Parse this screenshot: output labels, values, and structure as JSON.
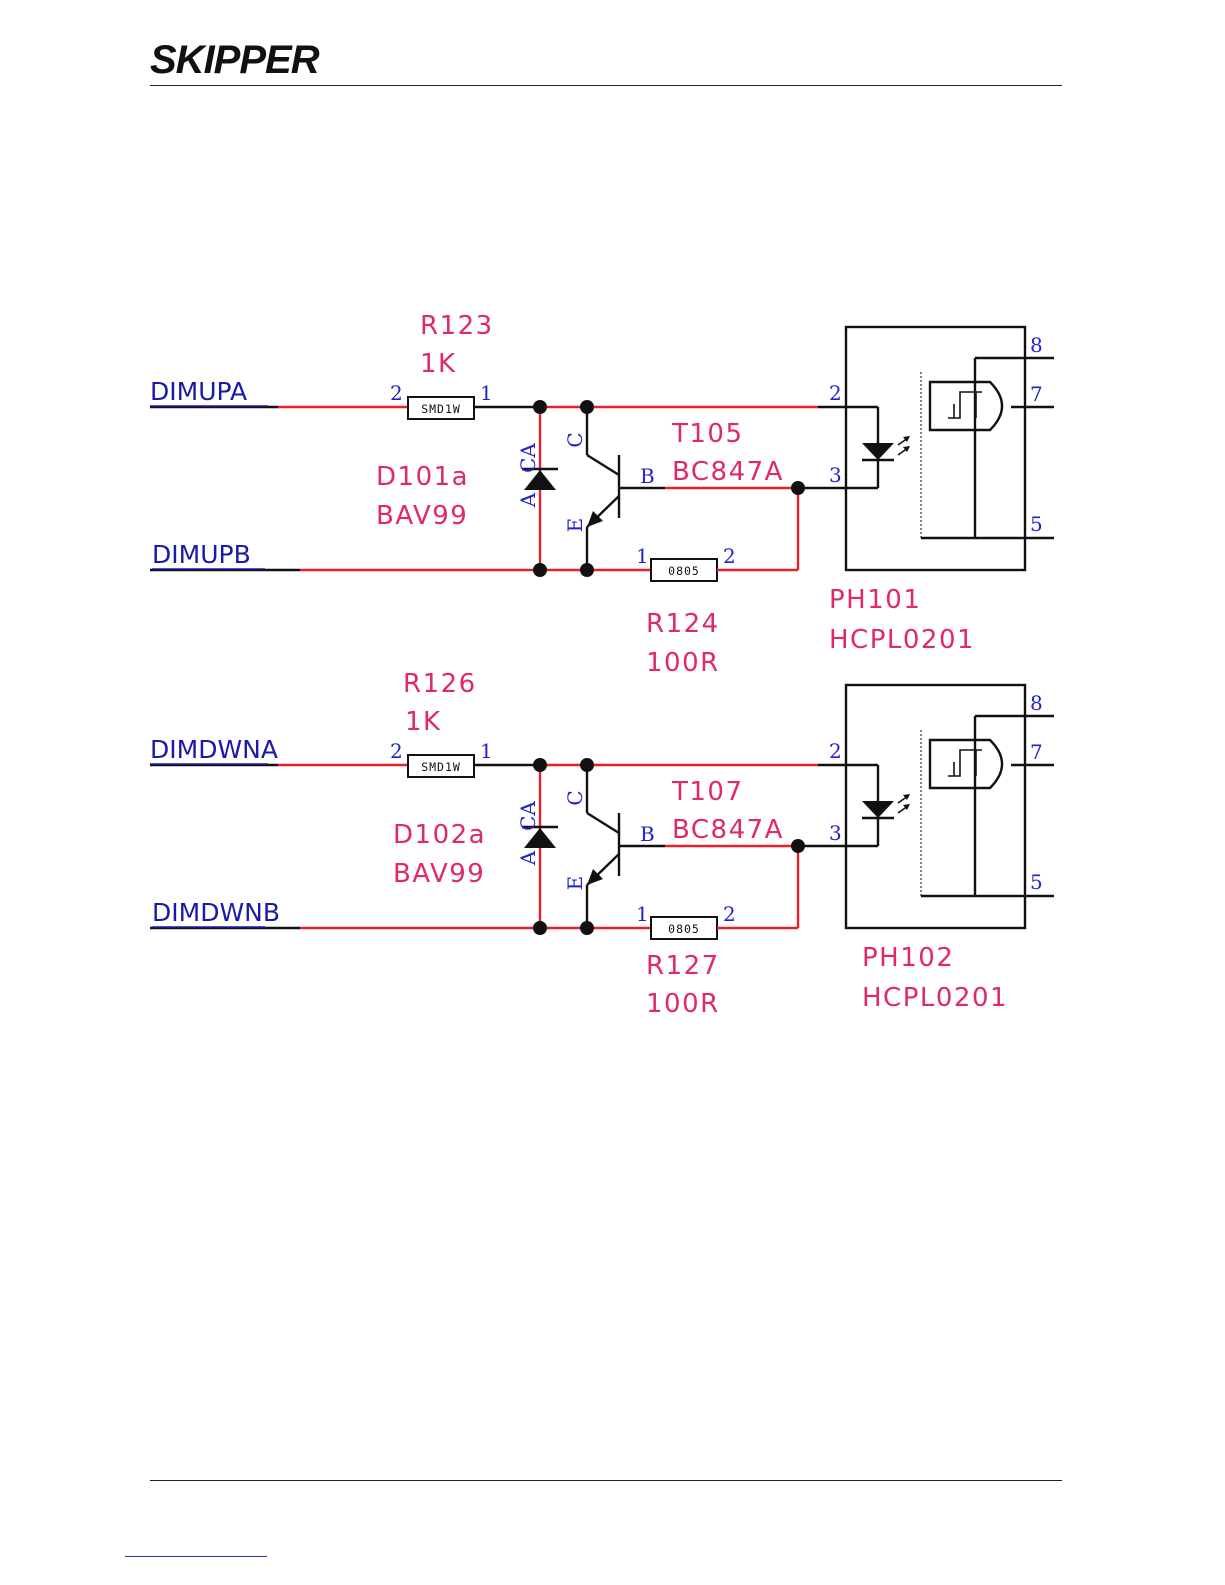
{
  "header": {
    "logo_text": "SKIPPER"
  },
  "circuits": [
    {
      "input_a": "DIMUPA",
      "input_b": "DIMUPB",
      "resistor_in": {
        "ref": "R123",
        "value": "1K",
        "package": "SMD1W",
        "pin_left": "2",
        "pin_right": "1"
      },
      "diode": {
        "ref": "D101a",
        "value": "BAV99",
        "pin_a": "A",
        "pin_ca": "CA"
      },
      "transistor": {
        "ref": "T105",
        "value": "BC847A",
        "pin_c": "C",
        "pin_b": "B",
        "pin_e": "E"
      },
      "resistor_base": {
        "ref": "R124",
        "value": "100R",
        "package": "0805",
        "pin_left": "1",
        "pin_right": "2"
      },
      "optocoupler": {
        "ref": "PH101",
        "value": "HCPL0201",
        "pins": [
          "2",
          "3",
          "8",
          "7",
          "5"
        ]
      }
    },
    {
      "input_a": "DIMDWNA",
      "input_b": "DIMDWNB",
      "resistor_in": {
        "ref": "R126",
        "value": "1K",
        "package": "SMD1W",
        "pin_left": "2",
        "pin_right": "1"
      },
      "diode": {
        "ref": "D102a",
        "value": "BAV99",
        "pin_a": "A",
        "pin_ca": "CA"
      },
      "transistor": {
        "ref": "T107",
        "value": "BC847A",
        "pin_c": "C",
        "pin_b": "B",
        "pin_e": "E"
      },
      "resistor_base": {
        "ref": "R127",
        "value": "100R",
        "package": "0805",
        "pin_left": "1",
        "pin_right": "2"
      },
      "optocoupler": {
        "ref": "PH102",
        "value": "HCPL0201",
        "pins": [
          "2",
          "3",
          "8",
          "7",
          "5"
        ]
      }
    }
  ],
  "colors": {
    "wire": "#e8202a",
    "net_label": "#1a1aaa",
    "pin_label": "#2222cc",
    "ref_label": "#e0286a",
    "symbol": "#111111"
  }
}
